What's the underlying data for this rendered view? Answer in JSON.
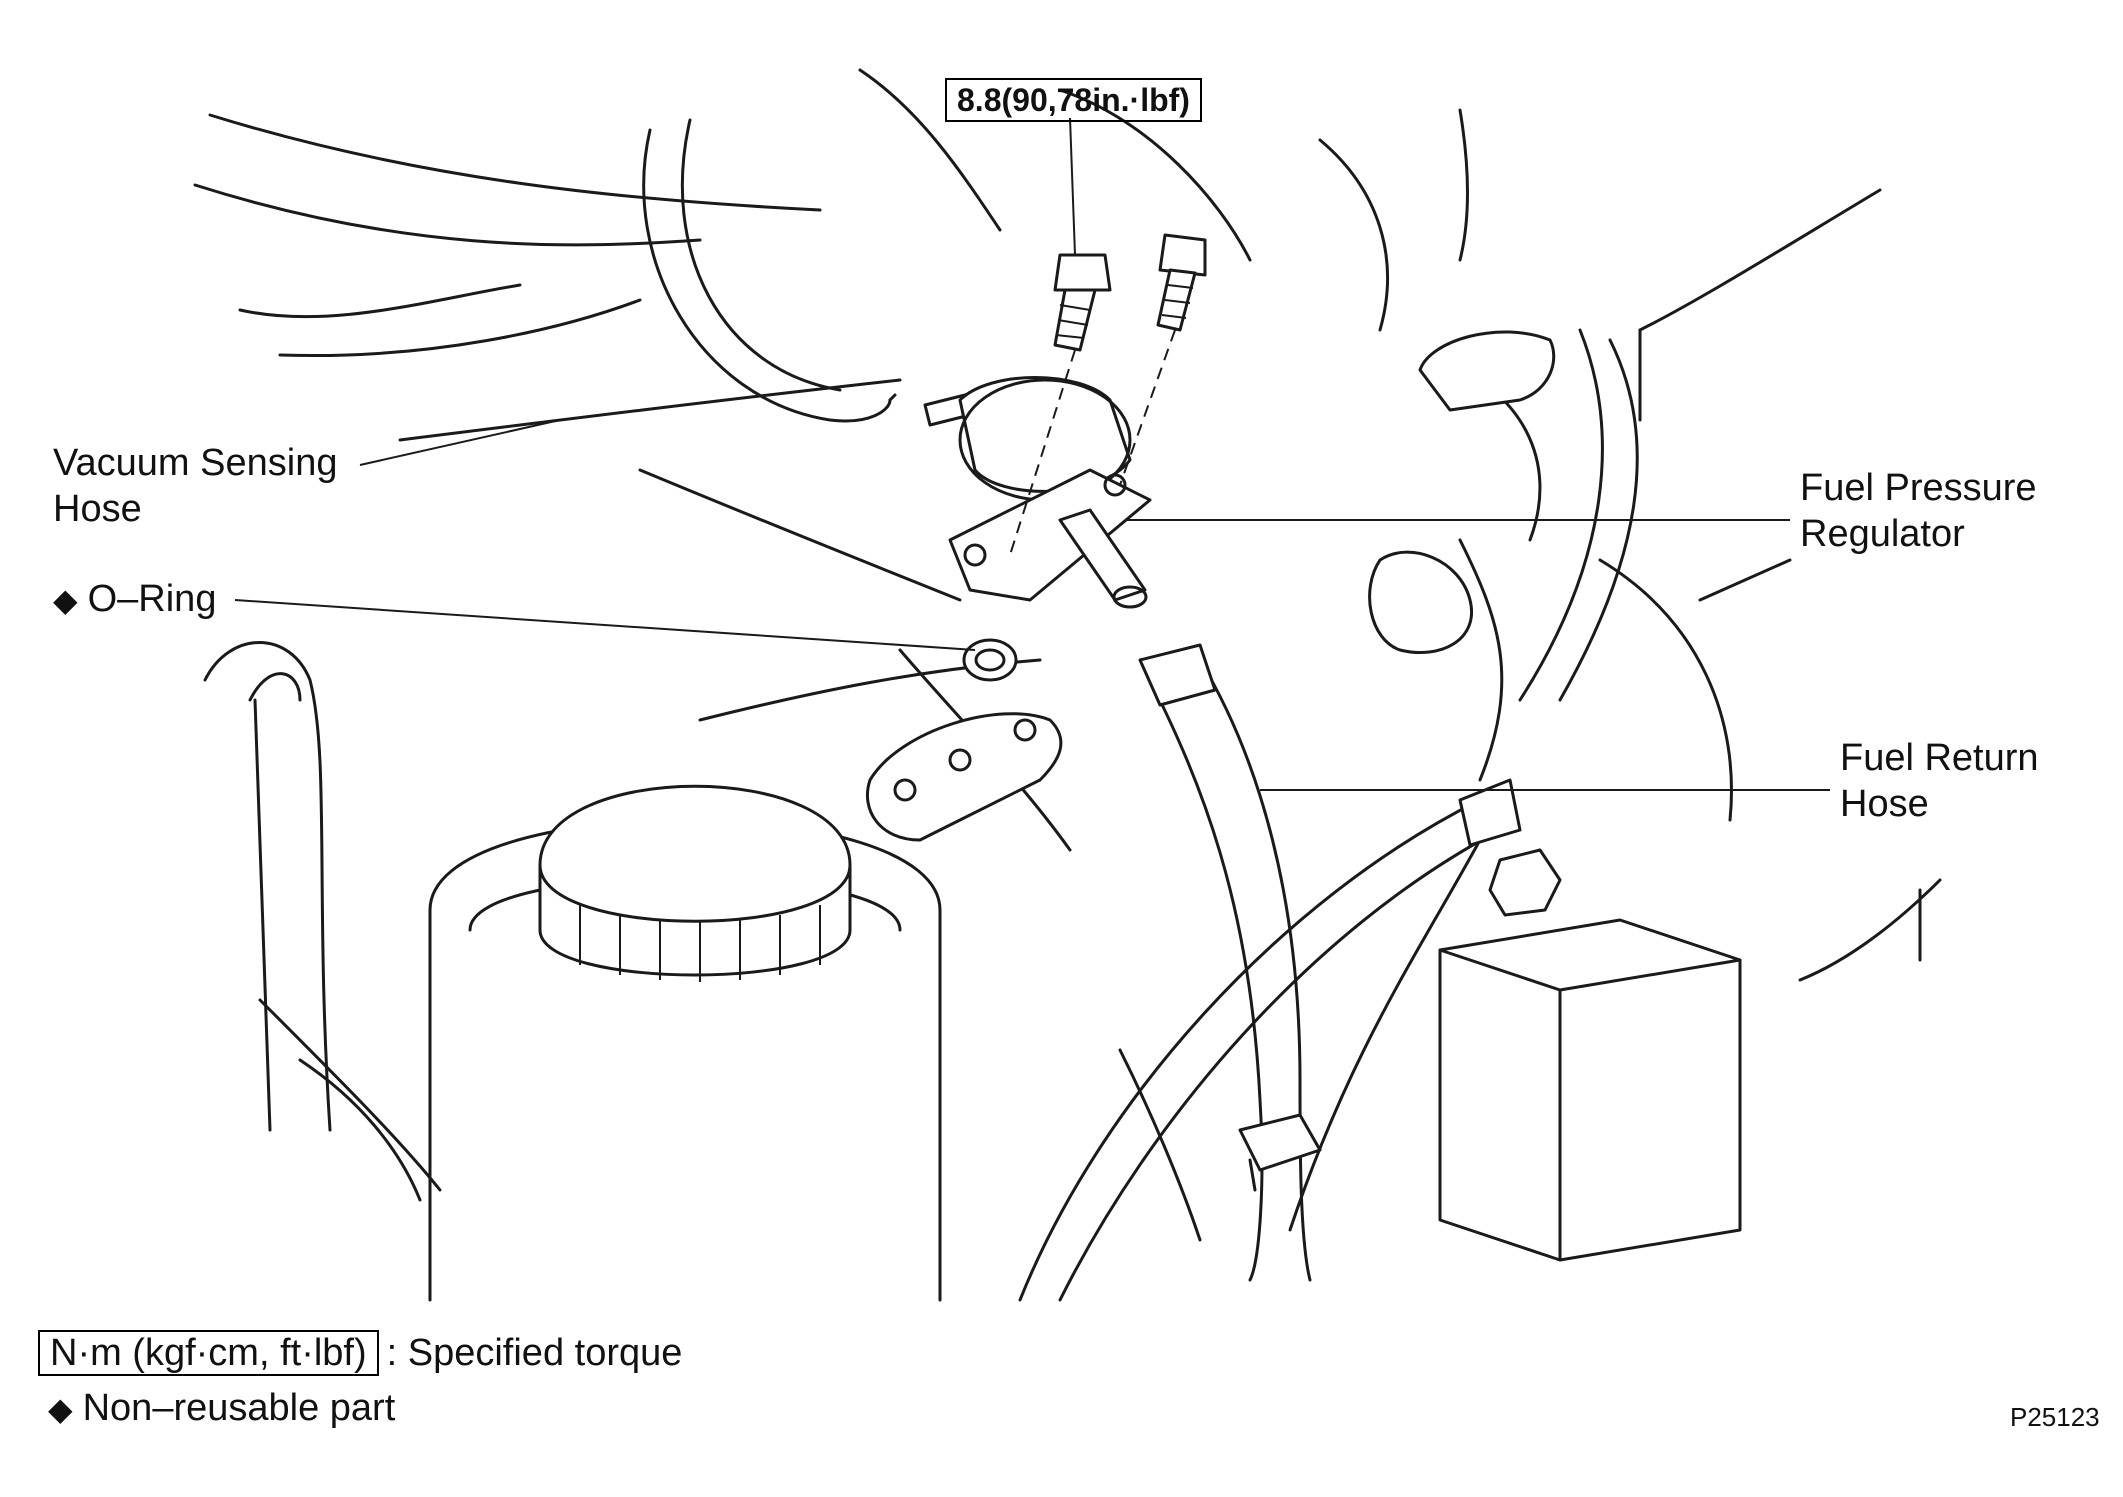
{
  "labels": {
    "torque_value": "8.8(90,78in.·lbf)",
    "vacuum_sensing_hose_line1": "Vacuum Sensing",
    "vacuum_sensing_hose_line2": "Hose",
    "o_ring": "O–Ring",
    "fuel_pressure_regulator_line1": "Fuel Pressure",
    "fuel_pressure_regulator_line2": "Regulator",
    "fuel_return_hose_line1": "Fuel Return",
    "fuel_return_hose_line2": "Hose"
  },
  "legend": {
    "torque_unit": "N·m (kgf·cm, ft·lbf)",
    "torque_desc": ": Specified torque",
    "non_reusable_desc": "Non–reusable part",
    "diamond_symbol": "◆"
  },
  "figure_id": "P25123"
}
